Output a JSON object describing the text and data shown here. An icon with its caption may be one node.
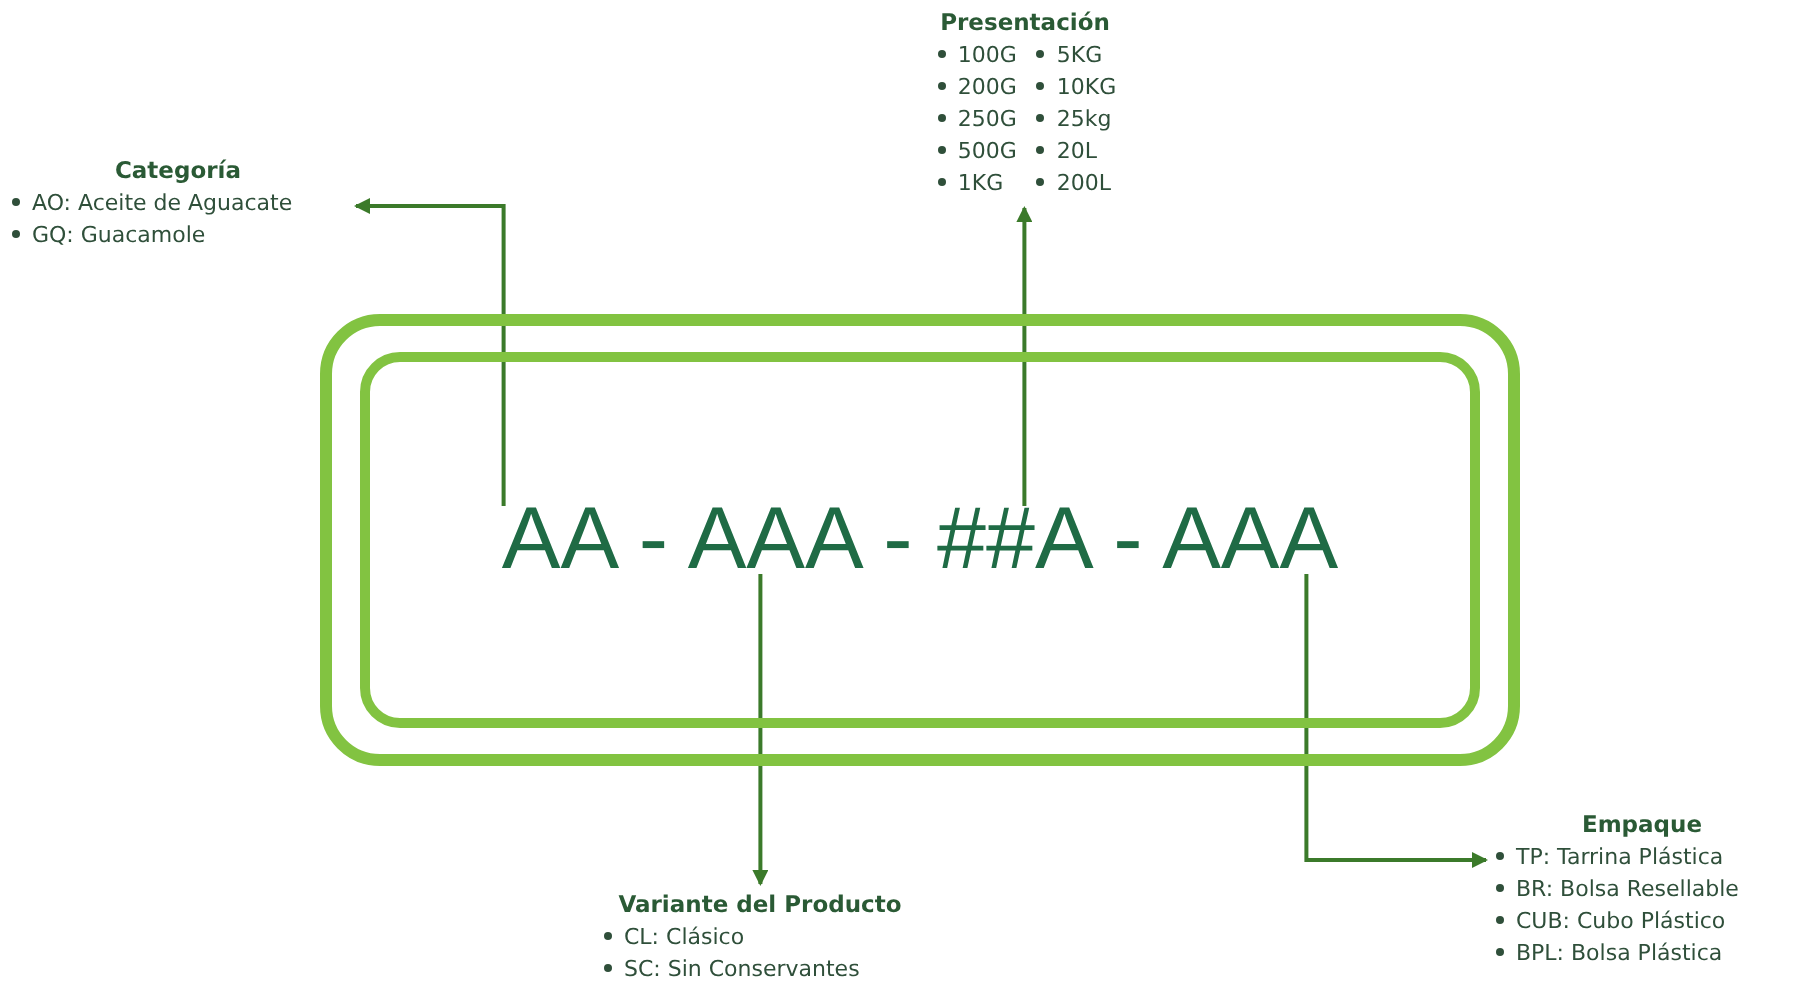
{
  "diagram": {
    "nodes": [
      {
        "text": [
          "AA - AAA - ##A - AAA"
        ]
      },
      {
        "text": [
          "Categoría",
          "AO: Aceite de Aguacate",
          "GQ: Guacamole"
        ]
      },
      {
        "text": [
          "Presentación",
          "100G",
          "5KG",
          "200G",
          "10KG",
          "250G",
          "25kg",
          "500G",
          "20L",
          "1KG",
          "200L"
        ]
      },
      {
        "text": [
          "Variante del Producto",
          "CL: Clásico",
          "SC: Sin Conservantes"
        ]
      },
      {
        "text": [
          "Empaque",
          "TP: Tarrina Plástica",
          "BR: Bolsa Resellable",
          "CUB: Cubo Plástico",
          "BPL: Bolsa Plástica"
        ]
      }
    ],
    "edges": [
      {
        "from": 0,
        "to": 1,
        "arrow": "to"
      },
      {
        "from": 0,
        "to": 2,
        "arrow": "to"
      },
      {
        "from": 0,
        "to": 3,
        "arrow": "to"
      },
      {
        "from": 0,
        "to": 4,
        "arrow": "to"
      }
    ]
  }
}
